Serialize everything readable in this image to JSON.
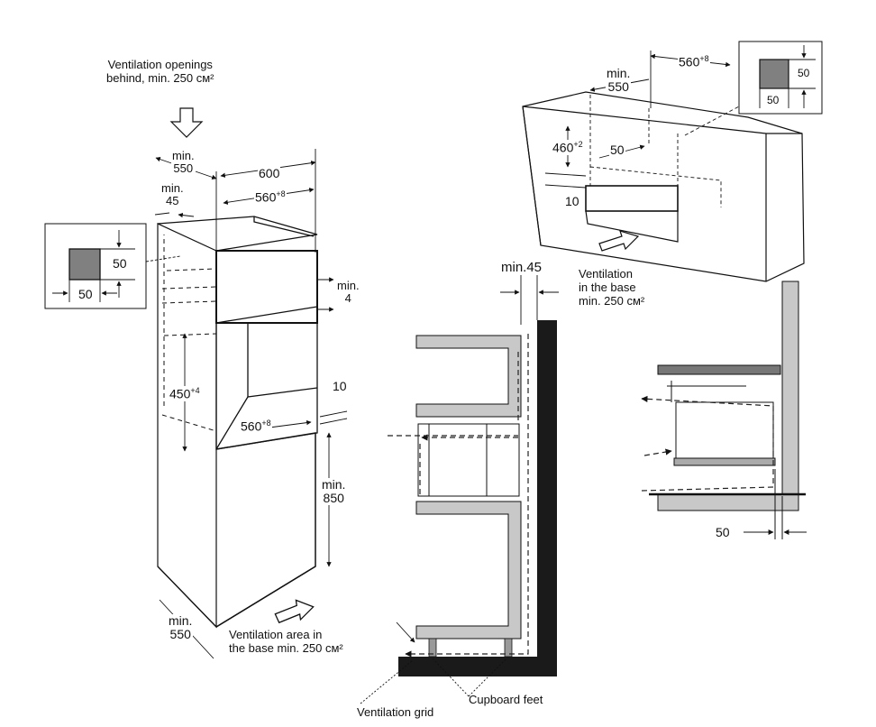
{
  "labels": {
    "vent_openings": [
      "Ventilation openings",
      "behind, min. 250 см²"
    ],
    "vent_area_base": [
      "Ventilation area in",
      "the base min. 250 см²"
    ],
    "vent_in_base": [
      "Ventilation",
      "in the base",
      "min. 250 см²"
    ],
    "cupboard_feet": "Cupboard feet",
    "ventilation_grid": "Ventilation grid"
  },
  "dims_left": {
    "min550_top": [
      "min.",
      "550"
    ],
    "d600": "600",
    "min45": [
      "min.",
      "45"
    ],
    "d560": "560",
    "d560_sup": "+8",
    "inset_50_a": "50",
    "inset_50_b": "50",
    "min4": [
      "min.",
      "4"
    ],
    "d450": "450",
    "d450_sup": "+4",
    "d10": "10",
    "d560_b": "560",
    "d560_b_sup": "+8",
    "min850": [
      "min.",
      "850"
    ],
    "min550_bot": [
      "min.",
      "550"
    ]
  },
  "dims_right": {
    "min550": [
      "min.",
      "550"
    ],
    "d560": "560",
    "d560_sup": "+8",
    "inset_50_a": "50",
    "inset_50_b": "50",
    "d460": "460",
    "d460_sup": "+2",
    "d50": "50",
    "d10": "10"
  },
  "dims_section": {
    "min45": "min.45",
    "d50": "50"
  },
  "colors": {
    "line": "#111111",
    "panel_grey": "#c8c8c8",
    "swatch_grey": "#808080",
    "wall_black": "#1a1a1a",
    "dashed": "#222222"
  }
}
